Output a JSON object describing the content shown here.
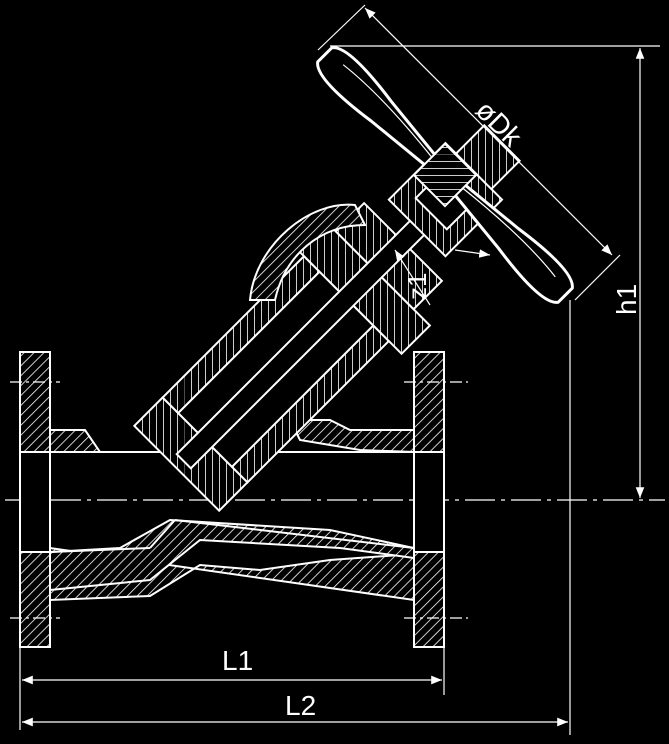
{
  "drawing": {
    "dimension_labels": {
      "diameter": "øDk",
      "z1": "z1",
      "h1": "h1",
      "l1": "L1",
      "l2": "L2"
    },
    "colors": {
      "background": "#000000",
      "lines": "#ffffff"
    }
  }
}
